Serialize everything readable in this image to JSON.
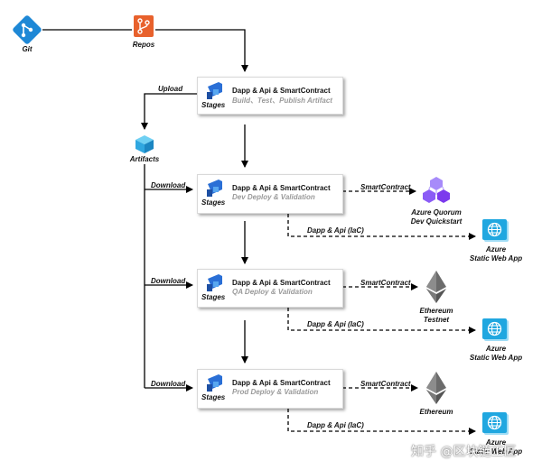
{
  "git": {
    "label": "Git"
  },
  "repos": {
    "label": "Repos"
  },
  "artifacts": {
    "label": "Artifacts"
  },
  "edges": {
    "upload": "Upload",
    "download": "Download",
    "smart_contract": "SmartContract",
    "dapp_api": "Dapp & Api (IaC)"
  },
  "stages": [
    {
      "title": "Dapp & Api & SmartContract",
      "subtitle": "Build、Test、Publish Artifact",
      "tag": "Stages"
    },
    {
      "title": "Dapp & Api & SmartContract",
      "subtitle": "Dev Deploy & Validation",
      "tag": "Stages"
    },
    {
      "title": "Dapp & Api & SmartContract",
      "subtitle": "QA Deploy & Validation",
      "tag": "Stages"
    },
    {
      "title": "Dapp & Api & SmartContract",
      "subtitle": "Prod Deploy & Validation",
      "tag": "Stages"
    }
  ],
  "targets": {
    "quorum": {
      "line1": "Azure Quorum",
      "line2": "Dev Quickstart"
    },
    "swa_dev": {
      "line1": "Azure",
      "line2": "Static Web App"
    },
    "eth_qa": {
      "line1": "Ethereum",
      "line2": "Testnet"
    },
    "swa_qa": {
      "line1": "Azure",
      "line2": "Static Web App"
    },
    "eth_prod": {
      "line1": "Ethereum"
    },
    "swa_prod": {
      "line1": "Azure",
      "line2": "Static Web App"
    }
  },
  "watermark": "知乎 @区块链工匠",
  "colors": {
    "git": "#1e88d6",
    "repos": "#e8612c",
    "pipeline": "#2a6fd6",
    "artifacts": "#2fa7e0",
    "quorum": "#8b5cf6",
    "ethereum": "#555555",
    "swa": "#20a7e0"
  },
  "icons": {
    "git": "git-icon",
    "repos": "repos-icon",
    "pipeline": "pipelines-icon",
    "artifacts": "artifacts-icon",
    "quorum": "quorum-icon",
    "ethereum": "ethereum-icon",
    "swa": "static-web-app-icon"
  }
}
